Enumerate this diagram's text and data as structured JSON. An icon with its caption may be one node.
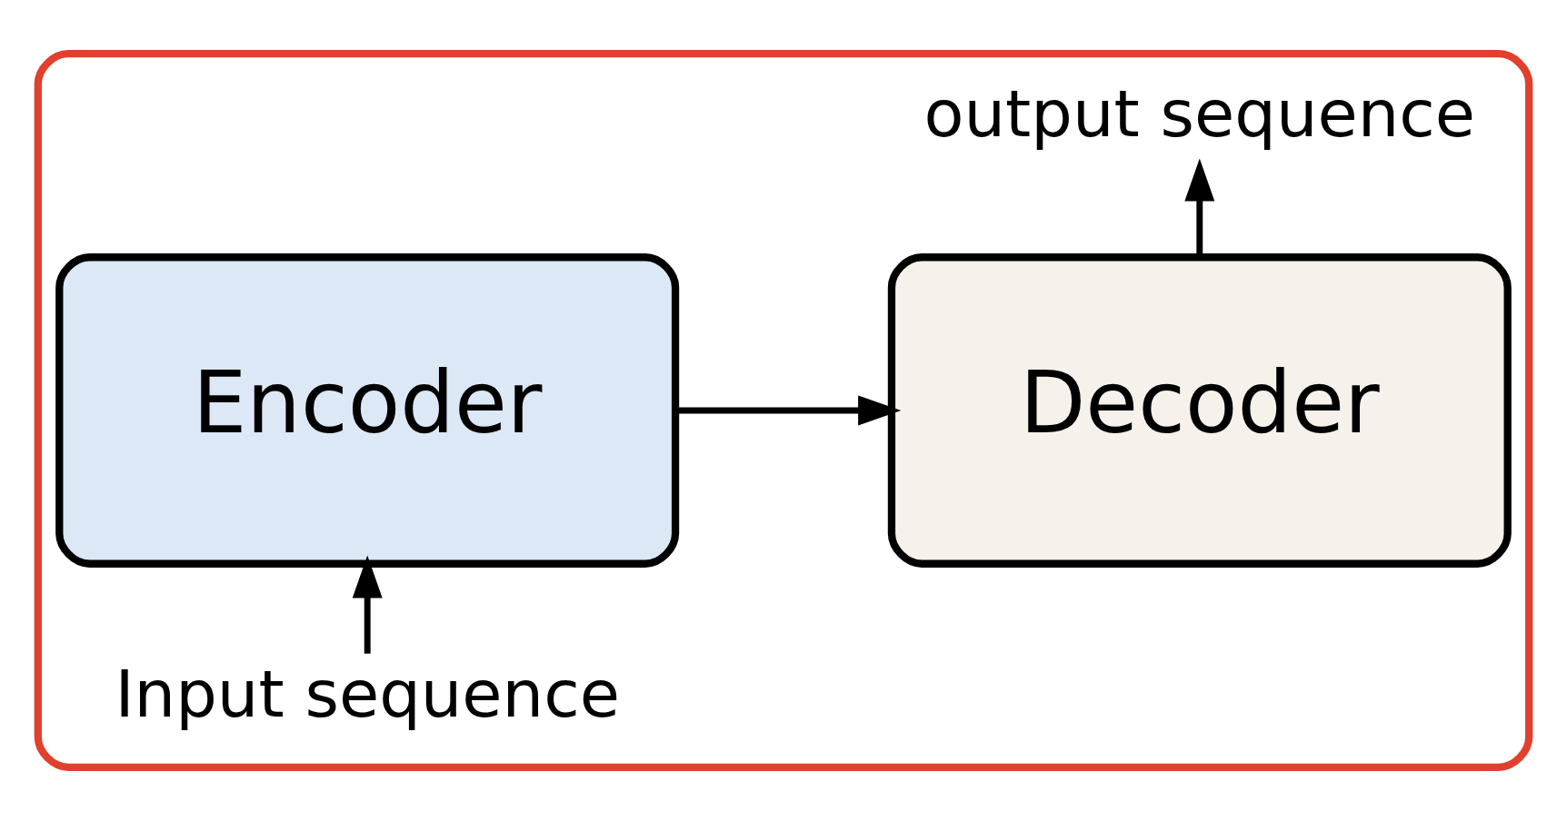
{
  "diagram": {
    "nodes": [
      {
        "text": [],
        "shape": "box"
      },
      {
        "text": [
          "output sequence"
        ],
        "in": 0
      },
      {
        "text": [
          "Encoder"
        ],
        "in": 0
      },
      {
        "text": [
          "Decoder"
        ],
        "in": 0
      },
      {
        "text": [
          "Input sequence"
        ],
        "in": 0
      }
    ],
    "edges": [
      {
        "from": 4,
        "to": 2,
        "arrow": "to"
      },
      {
        "from": 2,
        "to": 3,
        "arrow": "to"
      },
      {
        "from": 3,
        "to": 1,
        "arrow": "to"
      }
    ]
  }
}
